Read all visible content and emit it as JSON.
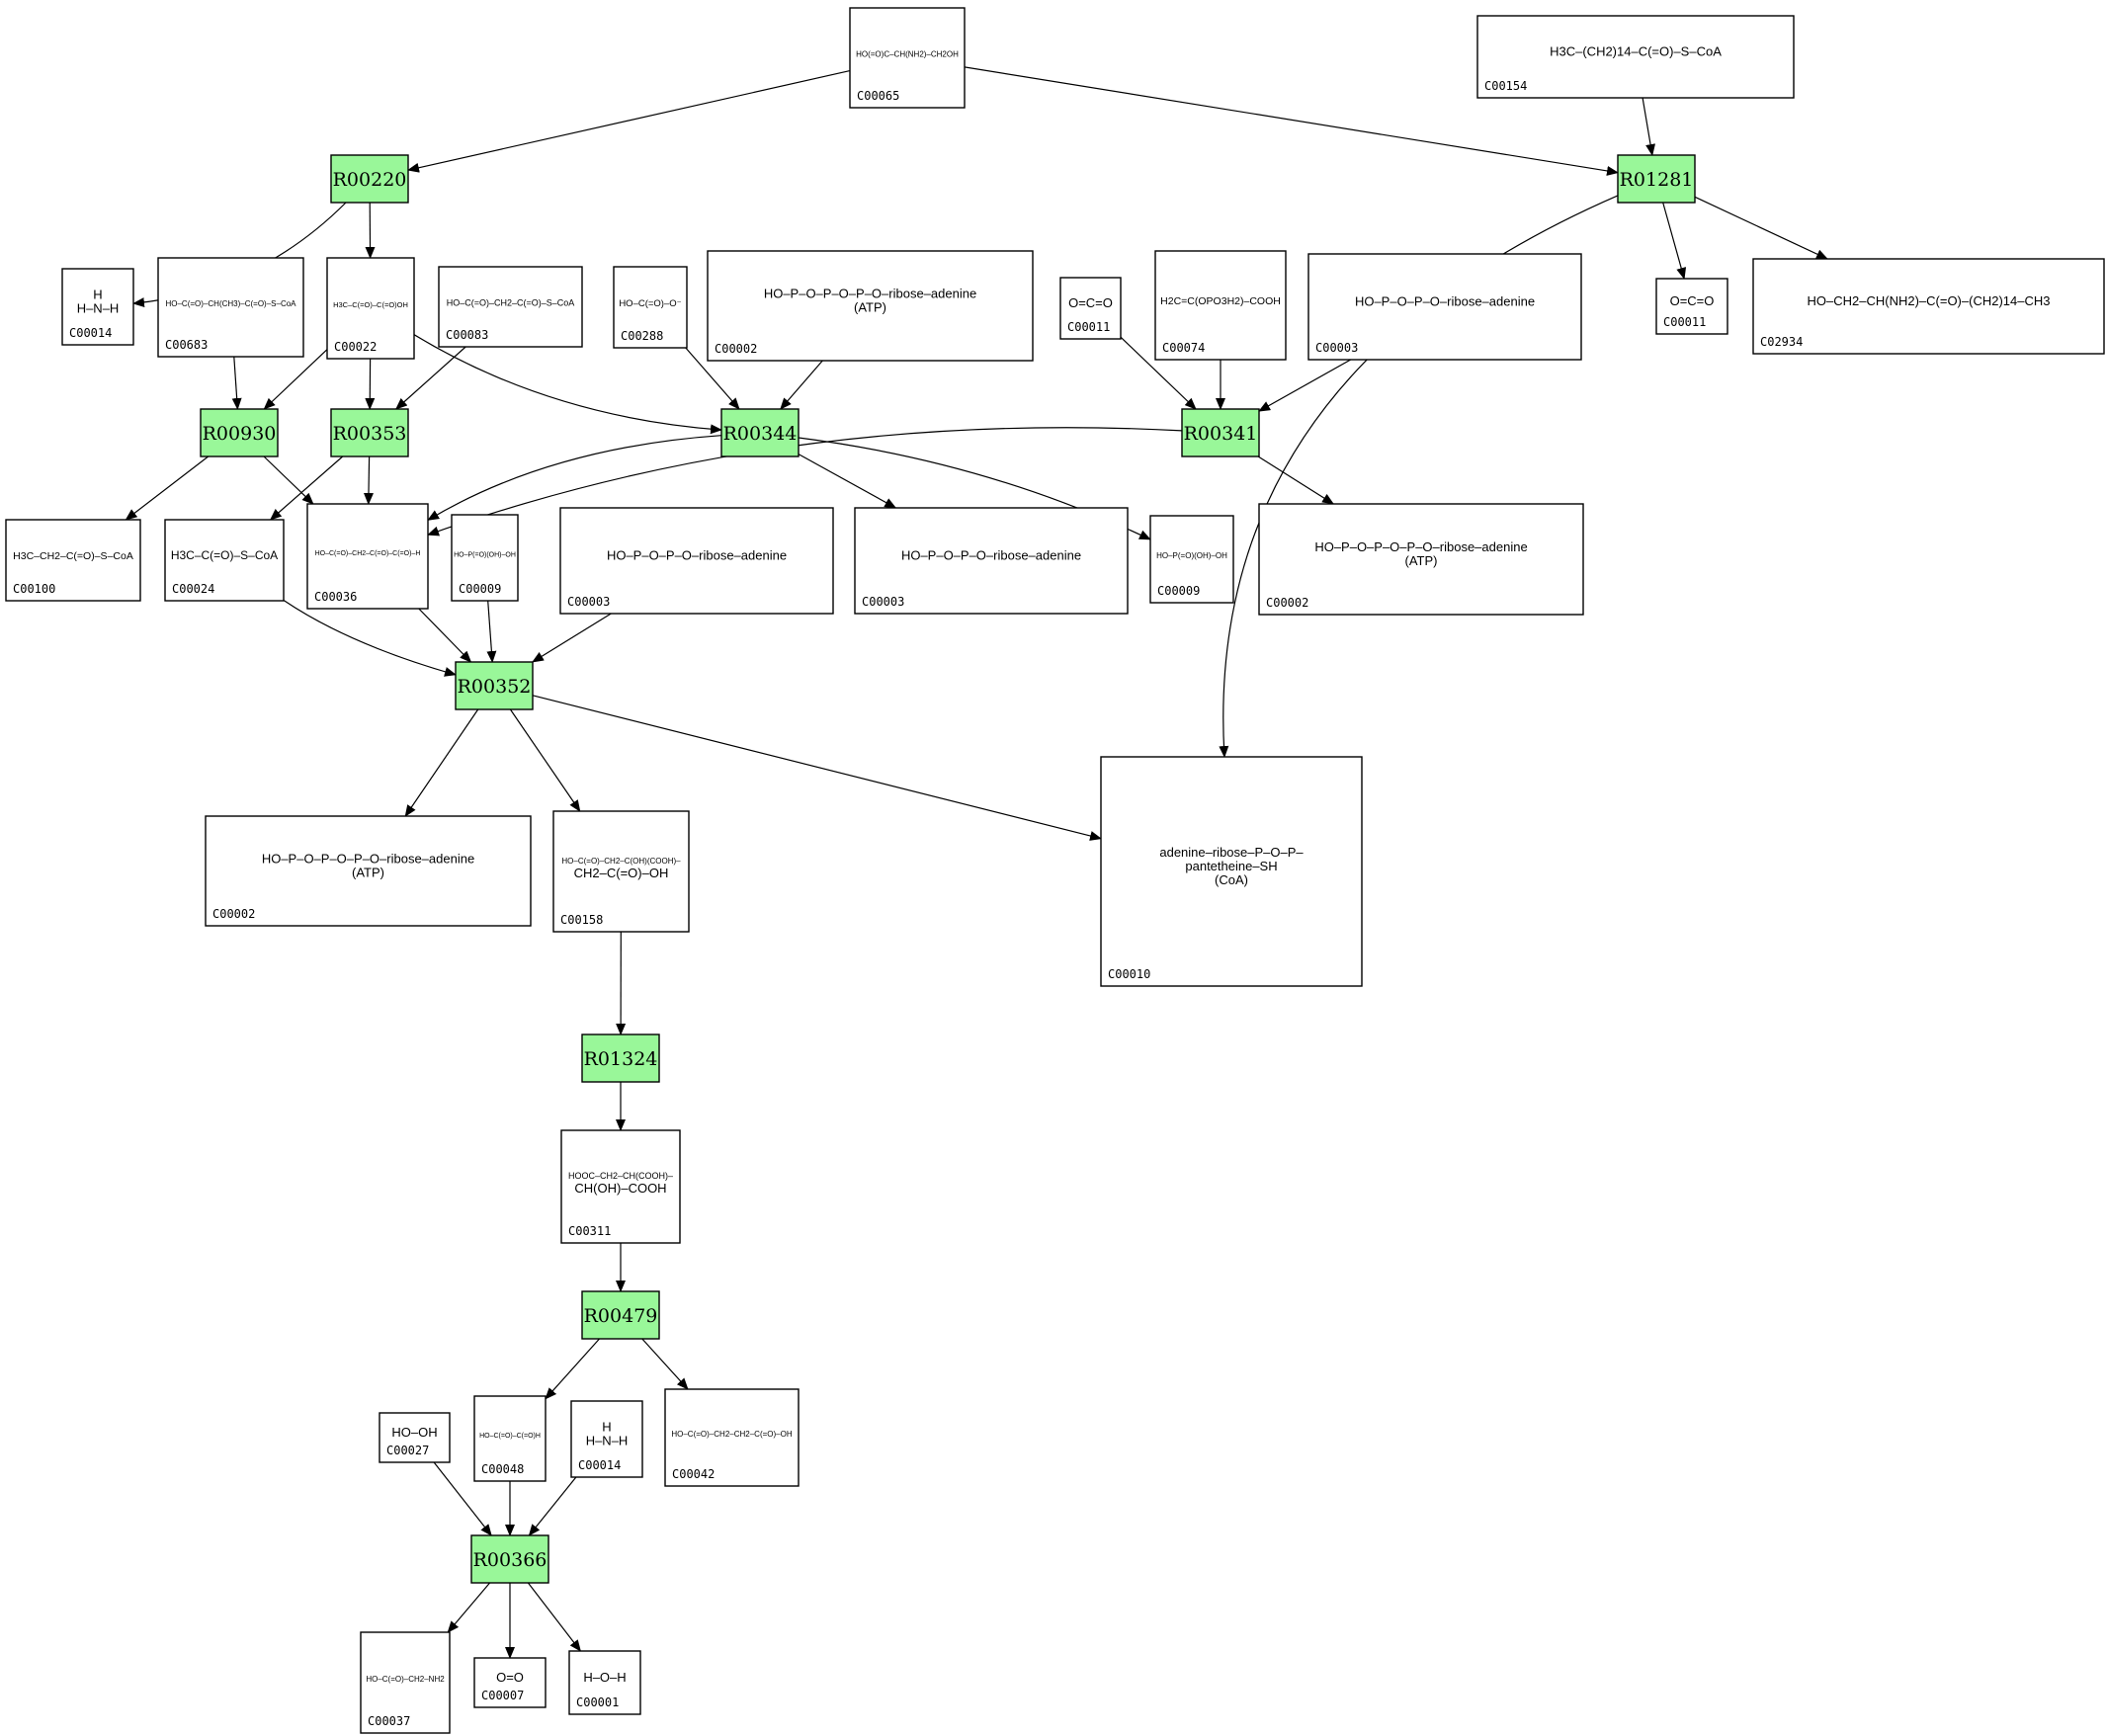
{
  "colors": {
    "reaction_fill": "#99f799",
    "compound_fill": "#ffffff",
    "line": "#000000"
  },
  "reactions": [
    {
      "id": "R00220"
    },
    {
      "id": "R01281"
    },
    {
      "id": "R00930"
    },
    {
      "id": "R00353"
    },
    {
      "id": "R00344"
    },
    {
      "id": "R00341"
    },
    {
      "id": "R00352"
    },
    {
      "id": "R01324"
    },
    {
      "id": "R00479"
    },
    {
      "id": "R00366"
    }
  ],
  "compounds": [
    {
      "key": "c00065",
      "id": "C00065",
      "formula": [
        "HO(=O)C–CH(NH2)–CH2OH"
      ]
    },
    {
      "key": "c00154",
      "id": "C00154",
      "formula": [
        "H3C–(CH2)14–C(=O)–S–CoA"
      ]
    },
    {
      "key": "c00014a",
      "id": "C00014",
      "formula": [
        "H",
        "H–N–H"
      ]
    },
    {
      "key": "c00683",
      "id": "C00683",
      "formula": [
        "HO–C(=O)–CH(CH3)–C(=O)–S–CoA"
      ]
    },
    {
      "key": "c00022",
      "id": "C00022",
      "formula": [
        "H3C–C(=O)–C(=O)OH"
      ]
    },
    {
      "key": "c00083",
      "id": "C00083",
      "formula": [
        "HO–C(=O)–CH2–C(=O)–S–CoA"
      ]
    },
    {
      "key": "c00288",
      "id": "C00288",
      "formula": [
        "HO–C(=O)–O⁻"
      ]
    },
    {
      "key": "c00002a",
      "id": "C00002",
      "formula": [
        "HO–P–O–P–O–P–O–ribose–adenine",
        "(ATP)"
      ]
    },
    {
      "key": "c00011a",
      "id": "C00011",
      "formula": [
        "O=C=O"
      ]
    },
    {
      "key": "c00074",
      "id": "C00074",
      "formula": [
        "H2C=C(OPO3H2)–COOH"
      ]
    },
    {
      "key": "c00003a",
      "id": "C00003",
      "formula": [
        "HO–P–O–P–O–ribose–adenine"
      ]
    },
    {
      "key": "c00011b",
      "id": "C00011",
      "formula": [
        "O=C=O"
      ]
    },
    {
      "key": "c02934",
      "id": "C02934",
      "formula": [
        "HO–CH2–CH(NH2)–C(=O)–(CH2)14–CH3"
      ]
    },
    {
      "key": "c00100",
      "id": "C00100",
      "formula": [
        "H3C–CH2–C(=O)–S–CoA"
      ]
    },
    {
      "key": "c00024",
      "id": "C00024",
      "formula": [
        "H3C–C(=O)–S–CoA"
      ]
    },
    {
      "key": "c00036",
      "id": "C00036",
      "formula": [
        "HO–C(=O)–CH2–C(=O)–C(=O)–H"
      ]
    },
    {
      "key": "c00009a",
      "id": "C00009",
      "formula": [
        "HO–P(=O)(OH)–OH"
      ]
    },
    {
      "key": "c00003b",
      "id": "C00003",
      "formula": [
        "HO–P–O–P–O–ribose–adenine"
      ]
    },
    {
      "key": "c00003c",
      "id": "C00003",
      "formula": [
        "HO–P–O–P–O–ribose–adenine"
      ]
    },
    {
      "key": "c00009b",
      "id": "C00009",
      "formula": [
        "HO–P(=O)(OH)–OH"
      ]
    },
    {
      "key": "c00002b",
      "id": "C00002",
      "formula": [
        "HO–P–O–P–O–P–O–ribose–adenine",
        "(ATP)"
      ]
    },
    {
      "key": "c00002c",
      "id": "C00002",
      "formula": [
        "HO–P–O–P–O–P–O–ribose–adenine",
        "(ATP)"
      ]
    },
    {
      "key": "c00158",
      "id": "C00158",
      "formula": [
        "HO–C(=O)–CH2–C(OH)(COOH)–",
        "CH2–C(=O)–OH"
      ]
    },
    {
      "key": "c00010",
      "id": "C00010",
      "formula": [
        "adenine–ribose–P–O–P–",
        "pantetheine–SH",
        "(CoA)"
      ]
    },
    {
      "key": "c00311",
      "id": "C00311",
      "formula": [
        "HOOC–CH2–CH(COOH)–",
        "CH(OH)–COOH"
      ]
    },
    {
      "key": "c00027",
      "id": "C00027",
      "formula": [
        "HO–OH"
      ]
    },
    {
      "key": "c00048",
      "id": "C00048",
      "formula": [
        "HO–C(=O)–C(=O)H"
      ]
    },
    {
      "key": "c00014b",
      "id": "C00014",
      "formula": [
        "H",
        "H–N–H"
      ]
    },
    {
      "key": "c00042",
      "id": "C00042",
      "formula": [
        "HO–C(=O)–CH2–CH2–C(=O)–OH"
      ]
    },
    {
      "key": "c00037",
      "id": "C00037",
      "formula": [
        "HO–C(=O)–CH2–NH2"
      ]
    },
    {
      "key": "c00007",
      "id": "C00007",
      "formula": [
        "O=O"
      ]
    },
    {
      "key": "c00001",
      "id": "C00001",
      "formula": [
        "H–O–H"
      ]
    }
  ],
  "edges": [
    [
      "c00065",
      "R00220"
    ],
    [
      "c00065",
      "R01281"
    ],
    [
      "c00154",
      "R01281"
    ],
    [
      "R00220",
      "c00014a"
    ],
    [
      "R00220",
      "c00022"
    ],
    [
      "R01281",
      "c00011b"
    ],
    [
      "R01281",
      "c02934"
    ],
    [
      "R01281",
      "c00010"
    ],
    [
      "c00683",
      "R00930"
    ],
    [
      "c00022",
      "R00930"
    ],
    [
      "c00022",
      "R00353"
    ],
    [
      "c00083",
      "R00353"
    ],
    [
      "c00022",
      "R00344"
    ],
    [
      "c00288",
      "R00344"
    ],
    [
      "c00002a",
      "R00344"
    ],
    [
      "c00011a",
      "R00341"
    ],
    [
      "c00074",
      "R00341"
    ],
    [
      "c00003a",
      "R00341"
    ],
    [
      "R00930",
      "c00100"
    ],
    [
      "R00930",
      "c00036"
    ],
    [
      "R00353",
      "c00024"
    ],
    [
      "R00353",
      "c00036"
    ],
    [
      "R00344",
      "c00036"
    ],
    [
      "R00344",
      "c00003c"
    ],
    [
      "R00344",
      "c00009b"
    ],
    [
      "R00341",
      "c00036"
    ],
    [
      "R00341",
      "c00002b"
    ],
    [
      "c00024",
      "R00352"
    ],
    [
      "c00036",
      "R00352"
    ],
    [
      "c00009a",
      "R00352"
    ],
    [
      "c00003b",
      "R00352"
    ],
    [
      "R00352",
      "c00002c"
    ],
    [
      "R00352",
      "c00158"
    ],
    [
      "R00352",
      "c00010"
    ],
    [
      "c00158",
      "R01324"
    ],
    [
      "R01324",
      "c00311"
    ],
    [
      "c00311",
      "R00479"
    ],
    [
      "R00479",
      "c00048"
    ],
    [
      "R00479",
      "c00042"
    ],
    [
      "c00027",
      "R00366"
    ],
    [
      "c00048",
      "R00366"
    ],
    [
      "c00014b",
      "R00366"
    ],
    [
      "R00366",
      "c00037"
    ],
    [
      "R00366",
      "c00007"
    ],
    [
      "R00366",
      "c00001"
    ]
  ]
}
